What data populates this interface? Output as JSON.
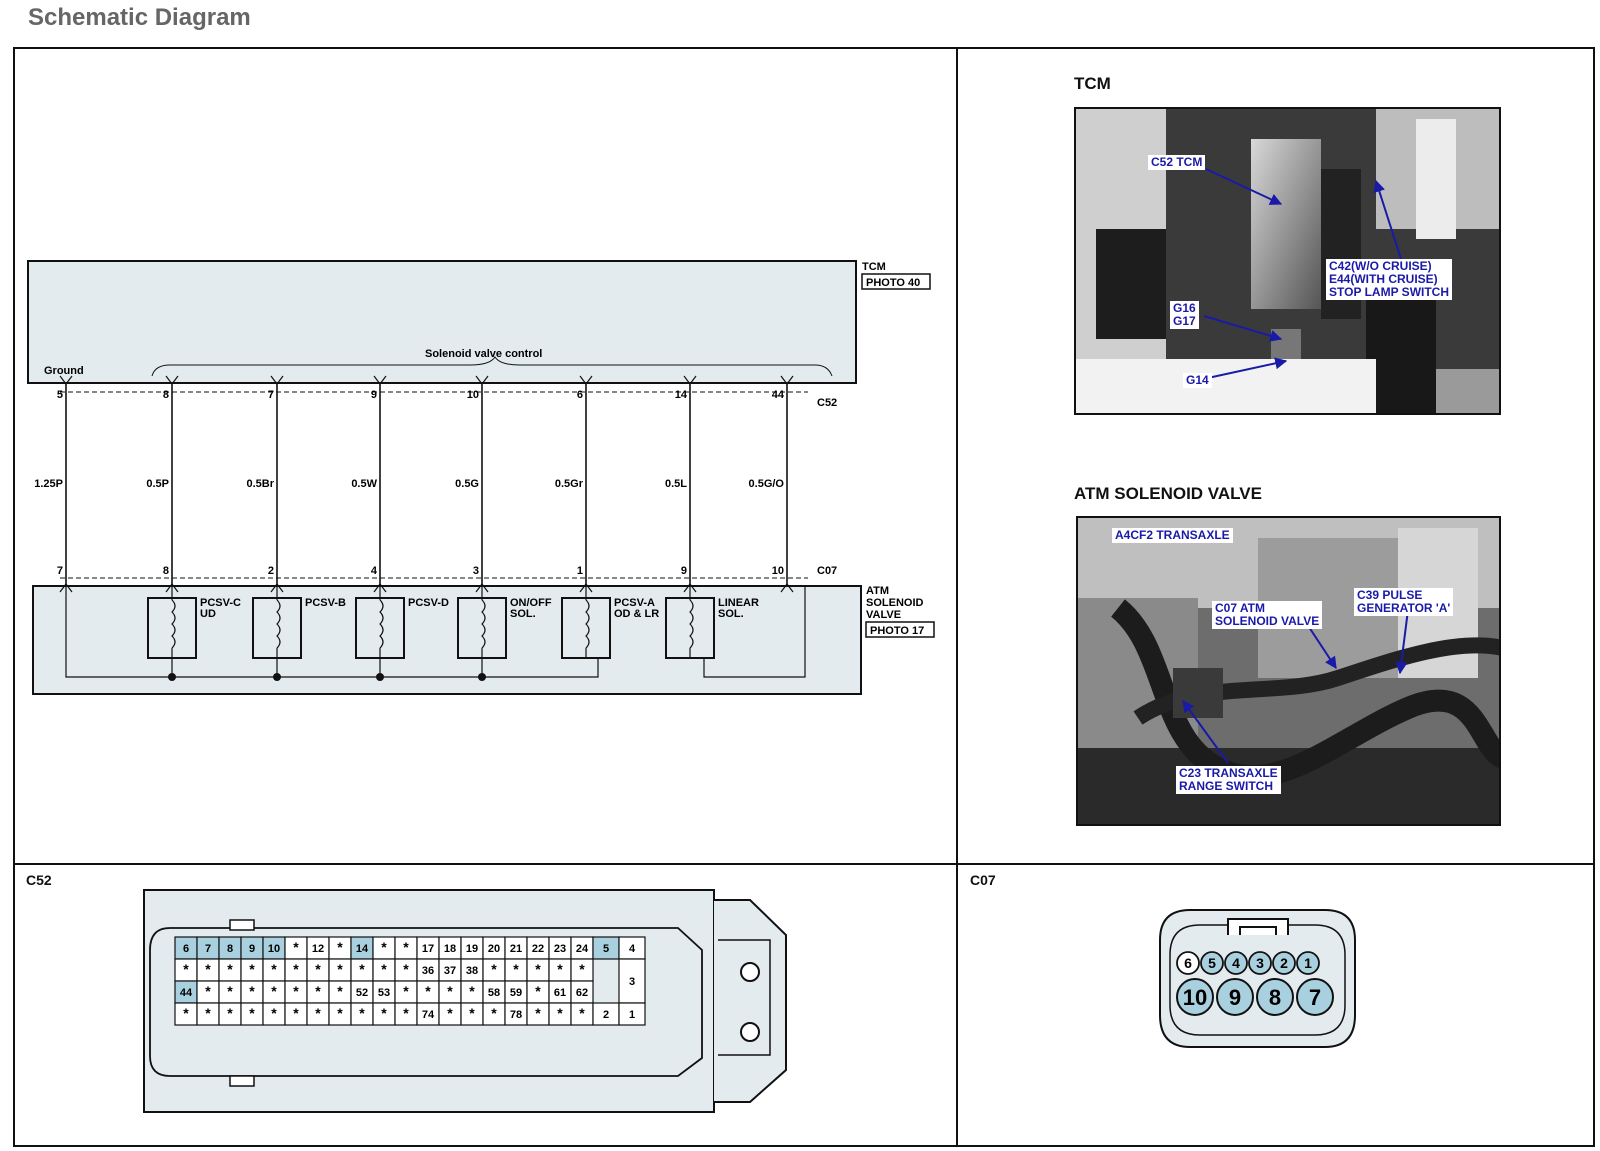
{
  "page": {
    "title": "Schematic Diagram"
  },
  "schematic": {
    "tcm_label": "TCM",
    "tcm_photo": "PHOTO 40",
    "ground_label": "Ground",
    "solenoid_control_label": "Solenoid valve control",
    "c52_label": "C52",
    "c07_label": "C07",
    "atm_label_lines": [
      "ATM",
      "SOLENOID",
      "VALVE"
    ],
    "atm_photo": "PHOTO 17",
    "wires": [
      {
        "c52_pin": "5",
        "wire": "1.25P",
        "c07_pin": "7",
        "solenoid": null
      },
      {
        "c52_pin": "8",
        "wire": "0.5P",
        "c07_pin": "8",
        "solenoid": [
          "PCSV-C",
          "UD"
        ]
      },
      {
        "c52_pin": "7",
        "wire": "0.5Br",
        "c07_pin": "2",
        "solenoid": [
          "PCSV-B"
        ]
      },
      {
        "c52_pin": "9",
        "wire": "0.5W",
        "c07_pin": "4",
        "solenoid": [
          "PCSV-D"
        ]
      },
      {
        "c52_pin": "10",
        "wire": "0.5G",
        "c07_pin": "3",
        "solenoid": [
          "ON/OFF",
          "SOL."
        ]
      },
      {
        "c52_pin": "6",
        "wire": "0.5Gr",
        "c07_pin": "1",
        "solenoid": [
          "PCSV-A",
          "OD & LR"
        ]
      },
      {
        "c52_pin": "14",
        "wire": "0.5L",
        "c07_pin": "9",
        "solenoid": [
          "LINEAR",
          "SOL."
        ]
      },
      {
        "c52_pin": "44",
        "wire": "0.5G/O",
        "c07_pin": "10",
        "solenoid": null
      }
    ]
  },
  "photos": {
    "tcm": {
      "title": "TCM",
      "callouts": {
        "c52": "C52 TCM",
        "c42": "C42(W/O CRUISE)\nE44(WITH CRUISE)\nSTOP LAMP SWITCH",
        "g16": "G16\nG17",
        "g14": "G14"
      }
    },
    "atm": {
      "title": "ATM SOLENOID VALVE",
      "callouts": {
        "transaxle": "A4CF2 TRANSAXLE",
        "c07": "C07 ATM\nSOLENOID VALVE",
        "c39": "C39 PULSE\nGENERATOR 'A'",
        "c23": "C23 TRANSAXLE\nRANGE SWITCH"
      }
    }
  },
  "c52_connector": {
    "label": "C52",
    "rows": [
      [
        "6",
        "7",
        "8",
        "9",
        "10",
        "*",
        "12",
        "*",
        "14",
        "*",
        "*",
        "17",
        "18",
        "19",
        "20",
        "21",
        "22",
        "23",
        "24"
      ],
      [
        "*",
        "*",
        "*",
        "*",
        "*",
        "*",
        "*",
        "*",
        "*",
        "*",
        "*",
        "36",
        "37",
        "38",
        "*",
        "*",
        "*",
        "*",
        "*"
      ],
      [
        "44",
        "*",
        "*",
        "*",
        "*",
        "*",
        "*",
        "*",
        "52",
        "53",
        "*",
        "*",
        "*",
        "*",
        "58",
        "59",
        "*",
        "61",
        "62"
      ],
      [
        "*",
        "*",
        "*",
        "*",
        "*",
        "*",
        "*",
        "*",
        "*",
        "*",
        "*",
        "74",
        "*",
        "*",
        "*",
        "78",
        "*",
        "*",
        "*"
      ]
    ],
    "highlighted": [
      "6",
      "7",
      "8",
      "9",
      "10",
      "14",
      "44",
      "5"
    ],
    "right_pins": {
      "p5": "5",
      "p4": "4",
      "p3": "3",
      "p2": "2",
      "p1": "1"
    }
  },
  "c07_connector": {
    "label": "C07",
    "top_row": [
      "6",
      "5",
      "4",
      "3",
      "2",
      "1"
    ],
    "bottom_row": [
      "10",
      "9",
      "8",
      "7"
    ],
    "highlighted": [
      "5",
      "4",
      "3",
      "2",
      "1",
      "10",
      "9",
      "8",
      "7"
    ]
  },
  "colors": {
    "panel_fill": "#e3ebef",
    "pin_highlight": "#a9d0df",
    "callout_text": "#1a1aa8"
  }
}
